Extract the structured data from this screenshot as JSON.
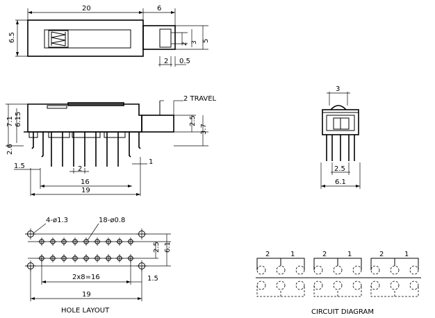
{
  "top_view": {
    "dims": {
      "length": "20",
      "actuator_length": "6",
      "height": "6.5",
      "knob_h": "2",
      "knob_gap": "3",
      "tail_h": "5",
      "knob_w": "2",
      "tail_w": "0.5"
    }
  },
  "side_view": {
    "travel_label": "2 TRAVEL",
    "dims": {
      "total_h": "7.1",
      "body_h": "6.15",
      "lead": "2.6",
      "offset": "1.5",
      "pitch": "2",
      "span": "16",
      "overall": "19",
      "end": "1",
      "act_h": "2.5",
      "act_y": "3.7"
    }
  },
  "end_view": {
    "dims": {
      "top": "3",
      "pin_pitch": "2.5",
      "width": "6.1"
    }
  },
  "hole_layout": {
    "title": "HOLE LAYOUT",
    "labels": {
      "big_holes": "4-ø1.3",
      "small_holes": "18-ø0.8"
    },
    "dims": {
      "row_pitch": "2.5",
      "row_span": "6.1",
      "span": "2x8=16",
      "overall": "19",
      "offset": "1.5"
    }
  },
  "circuit": {
    "title": "CIRCUIT DIAGRAM",
    "groups": [
      {
        "labels": [
          "2",
          "1"
        ]
      },
      {
        "labels": [
          "2",
          "1"
        ]
      },
      {
        "labels": [
          "2",
          "1"
        ]
      }
    ]
  }
}
